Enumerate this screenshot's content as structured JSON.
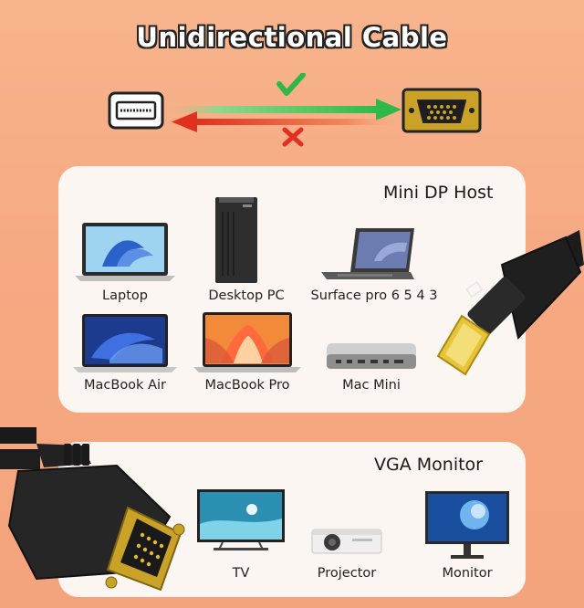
{
  "header": {
    "title": "Unidirectional Cable"
  },
  "host_panel": {
    "title": "Mini DP Host",
    "devices": [
      {
        "label": "Laptop",
        "icon": "laptop-icon"
      },
      {
        "label": "Desktop PC",
        "icon": "desktop-tower-icon"
      },
      {
        "label": "Surface pro 6 5 4 3",
        "icon": "surface-tablet-icon"
      },
      {
        "label": "MacBook Air",
        "icon": "macbook-air-icon"
      },
      {
        "label": "MacBook Pro",
        "icon": "macbook-pro-icon"
      },
      {
        "label": "Mac Mini",
        "icon": "mac-mini-icon"
      }
    ]
  },
  "vga_panel": {
    "title": "VGA Monitor",
    "devices": [
      {
        "label": "TV",
        "icon": "tv-icon"
      },
      {
        "label": "Projector",
        "icon": "projector-icon"
      },
      {
        "label": "Monitor",
        "icon": "monitor-icon"
      }
    ]
  },
  "colors": {
    "background": "#f6a982",
    "panel": "#fbf6f2",
    "green_arrow": "#2fb84a",
    "red_arrow": "#e03020",
    "vga_gold": "#c9a227"
  }
}
